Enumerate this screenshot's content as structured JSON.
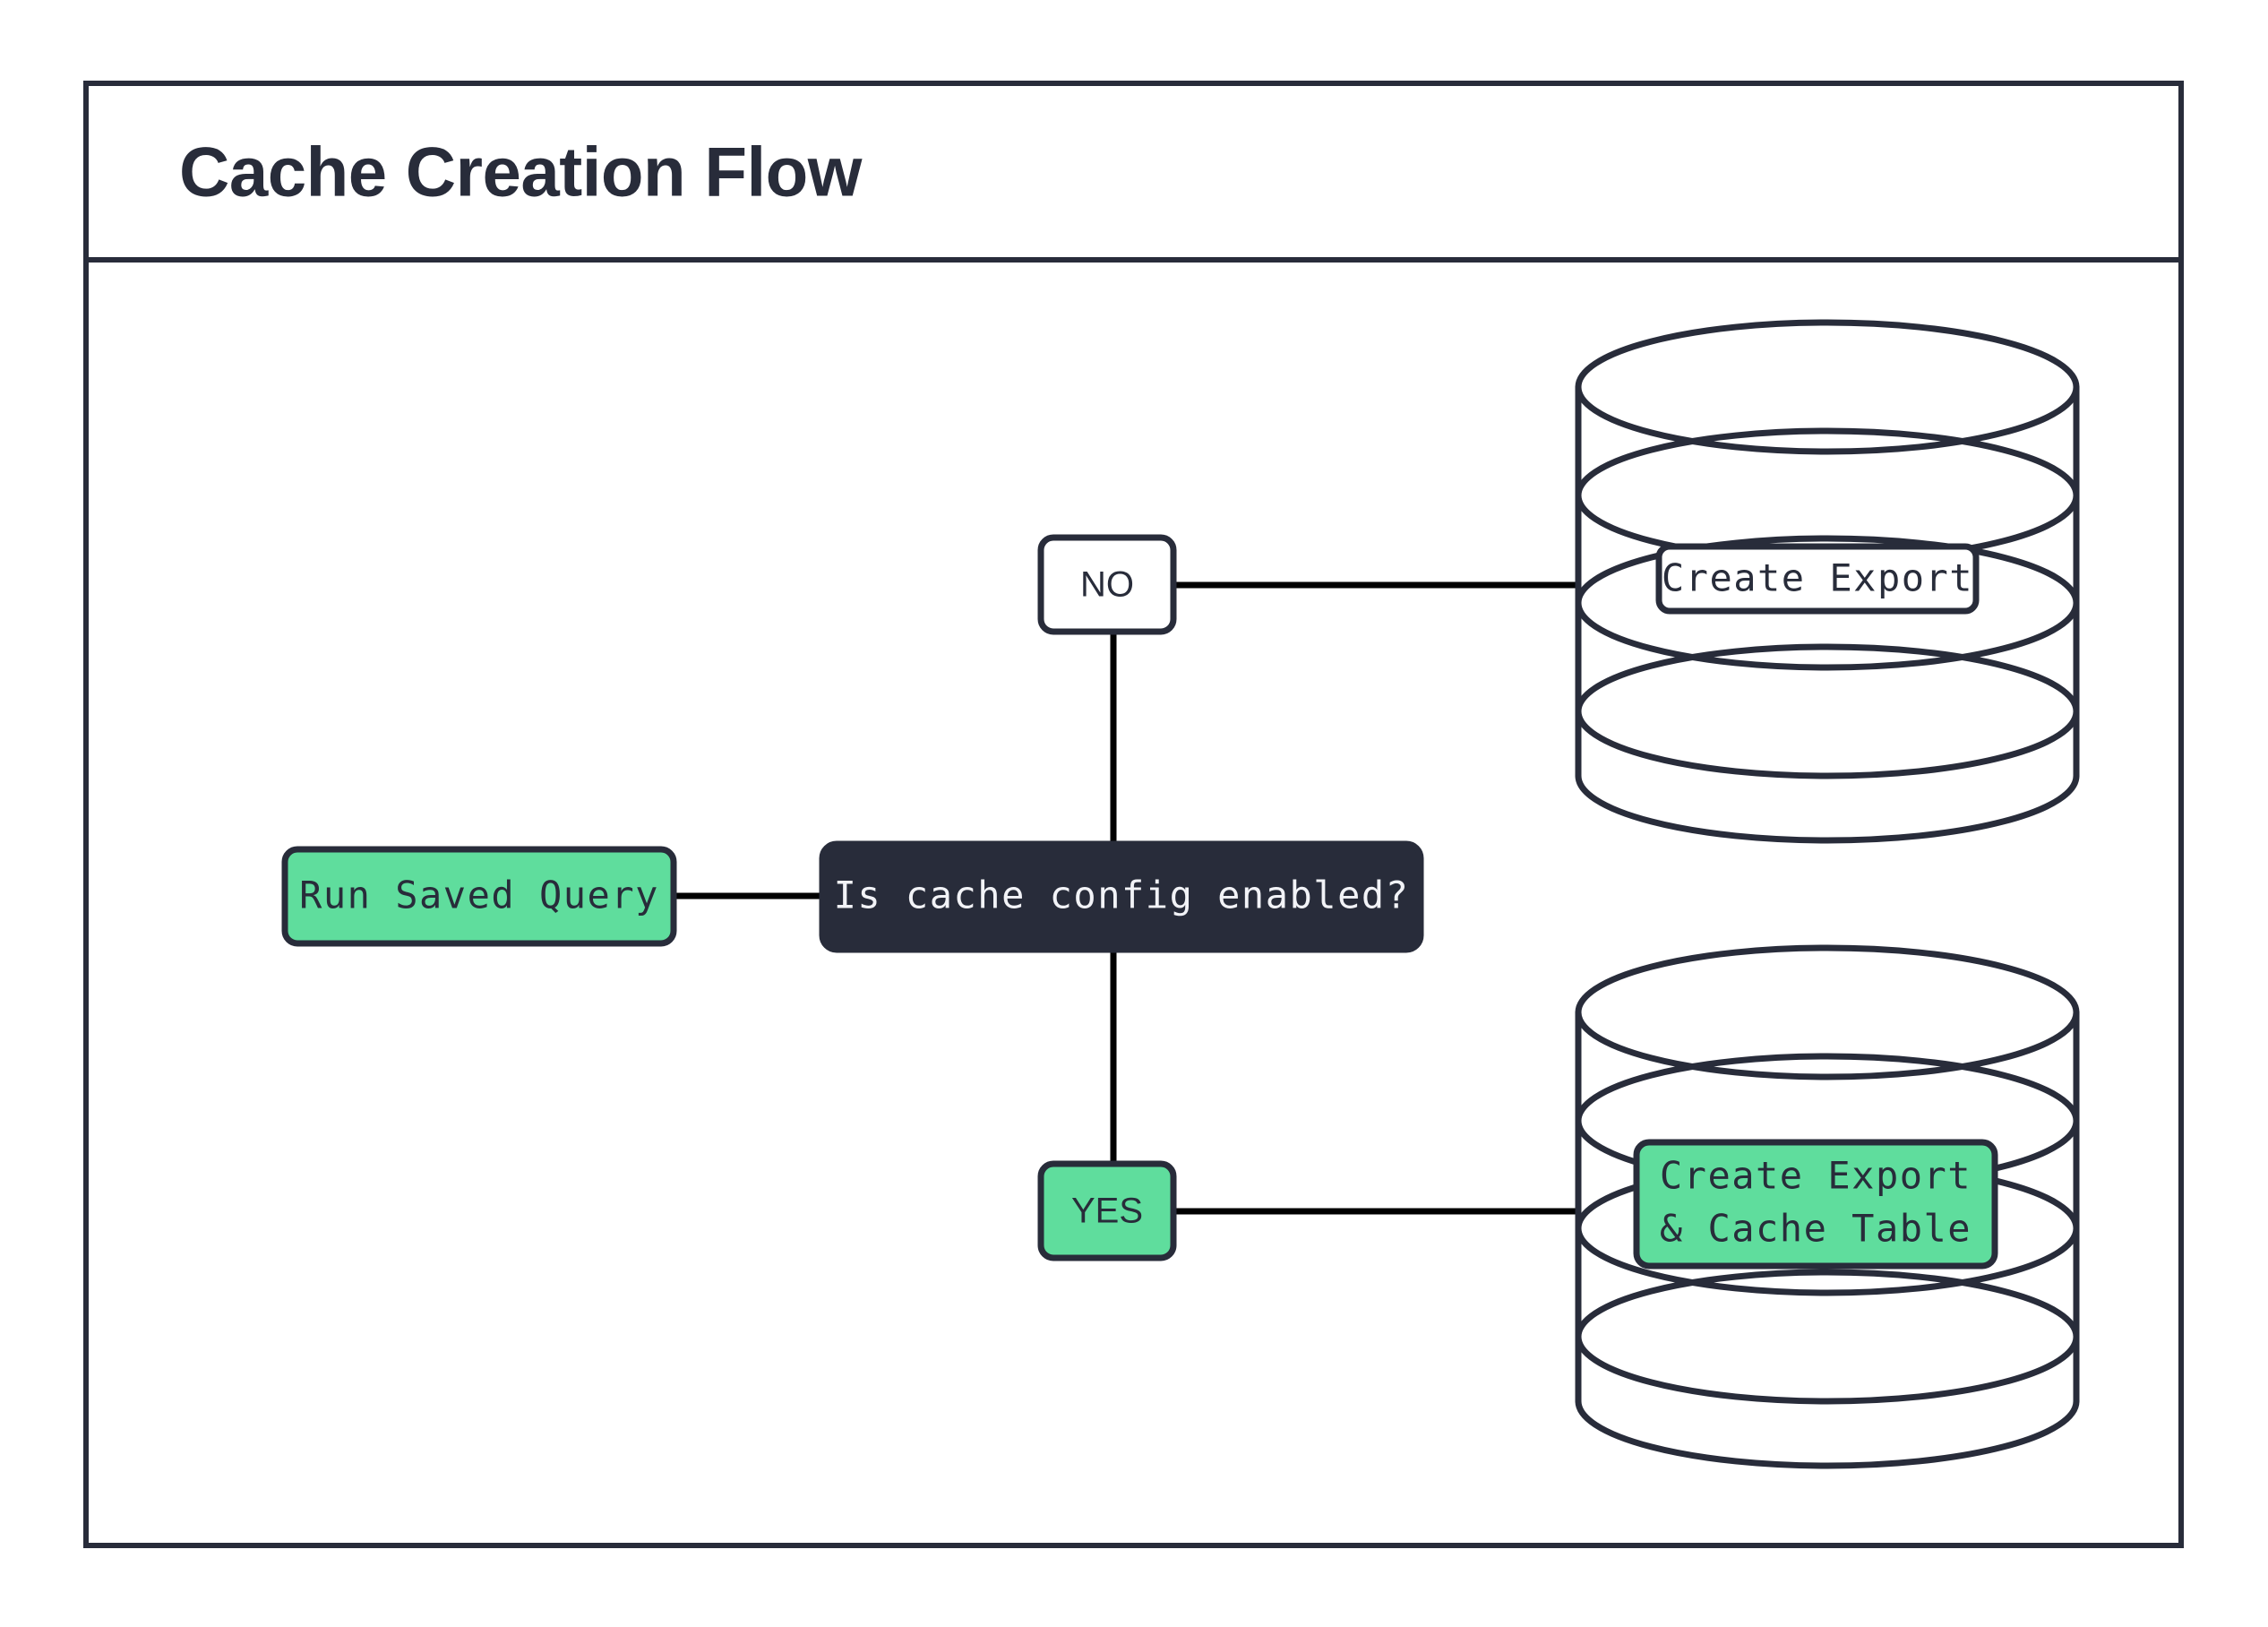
{
  "document": {
    "title": "Cache Creation Flow",
    "background_color": "#ffffff"
  },
  "theme": {
    "border_color": "#282C3A",
    "accent_green": "#5FDD9D",
    "dark_fill": "#282C3A",
    "light_text": "#f2f3f7",
    "connector_color": "#000000",
    "white_fill": "#ffffff"
  },
  "diagram": {
    "type": "flowchart",
    "nodes": [
      {
        "id": "run-saved-query",
        "label": "Run Saved Query",
        "shape": "rounded-rect",
        "fill": "#5FDD9D",
        "text_style": "monospace"
      },
      {
        "id": "is-cache-config-enabled",
        "label": "Is cache config enabled?",
        "shape": "rounded-rect",
        "fill": "#282C3A",
        "text_style": "monospace"
      },
      {
        "id": "branch-no",
        "label": "NO",
        "shape": "rounded-rect",
        "fill": "#ffffff",
        "text_style": "sans-serif"
      },
      {
        "id": "branch-yes",
        "label": "YES",
        "shape": "rounded-rect",
        "fill": "#5FDD9D",
        "text_style": "sans-serif"
      },
      {
        "id": "create-export",
        "label": "Create Export",
        "label_lines": [
          "Create Export"
        ],
        "shape": "database-stack",
        "fill": "#ffffff",
        "text_style": "monospace"
      },
      {
        "id": "create-export-cache-table",
        "label": "Create Export & Cache Table",
        "label_lines": [
          "Create Export",
          "& Cache Table"
        ],
        "shape": "database-stack",
        "fill": "#5FDD9D",
        "text_style": "monospace"
      }
    ],
    "edges": [
      {
        "from": "run-saved-query",
        "to": "is-cache-config-enabled",
        "label": ""
      },
      {
        "from": "is-cache-config-enabled",
        "to": "branch-no",
        "label": ""
      },
      {
        "from": "is-cache-config-enabled",
        "to": "branch-yes",
        "label": ""
      },
      {
        "from": "branch-no",
        "to": "create-export",
        "label": ""
      },
      {
        "from": "branch-yes",
        "to": "create-export-cache-table",
        "label": ""
      }
    ]
  }
}
